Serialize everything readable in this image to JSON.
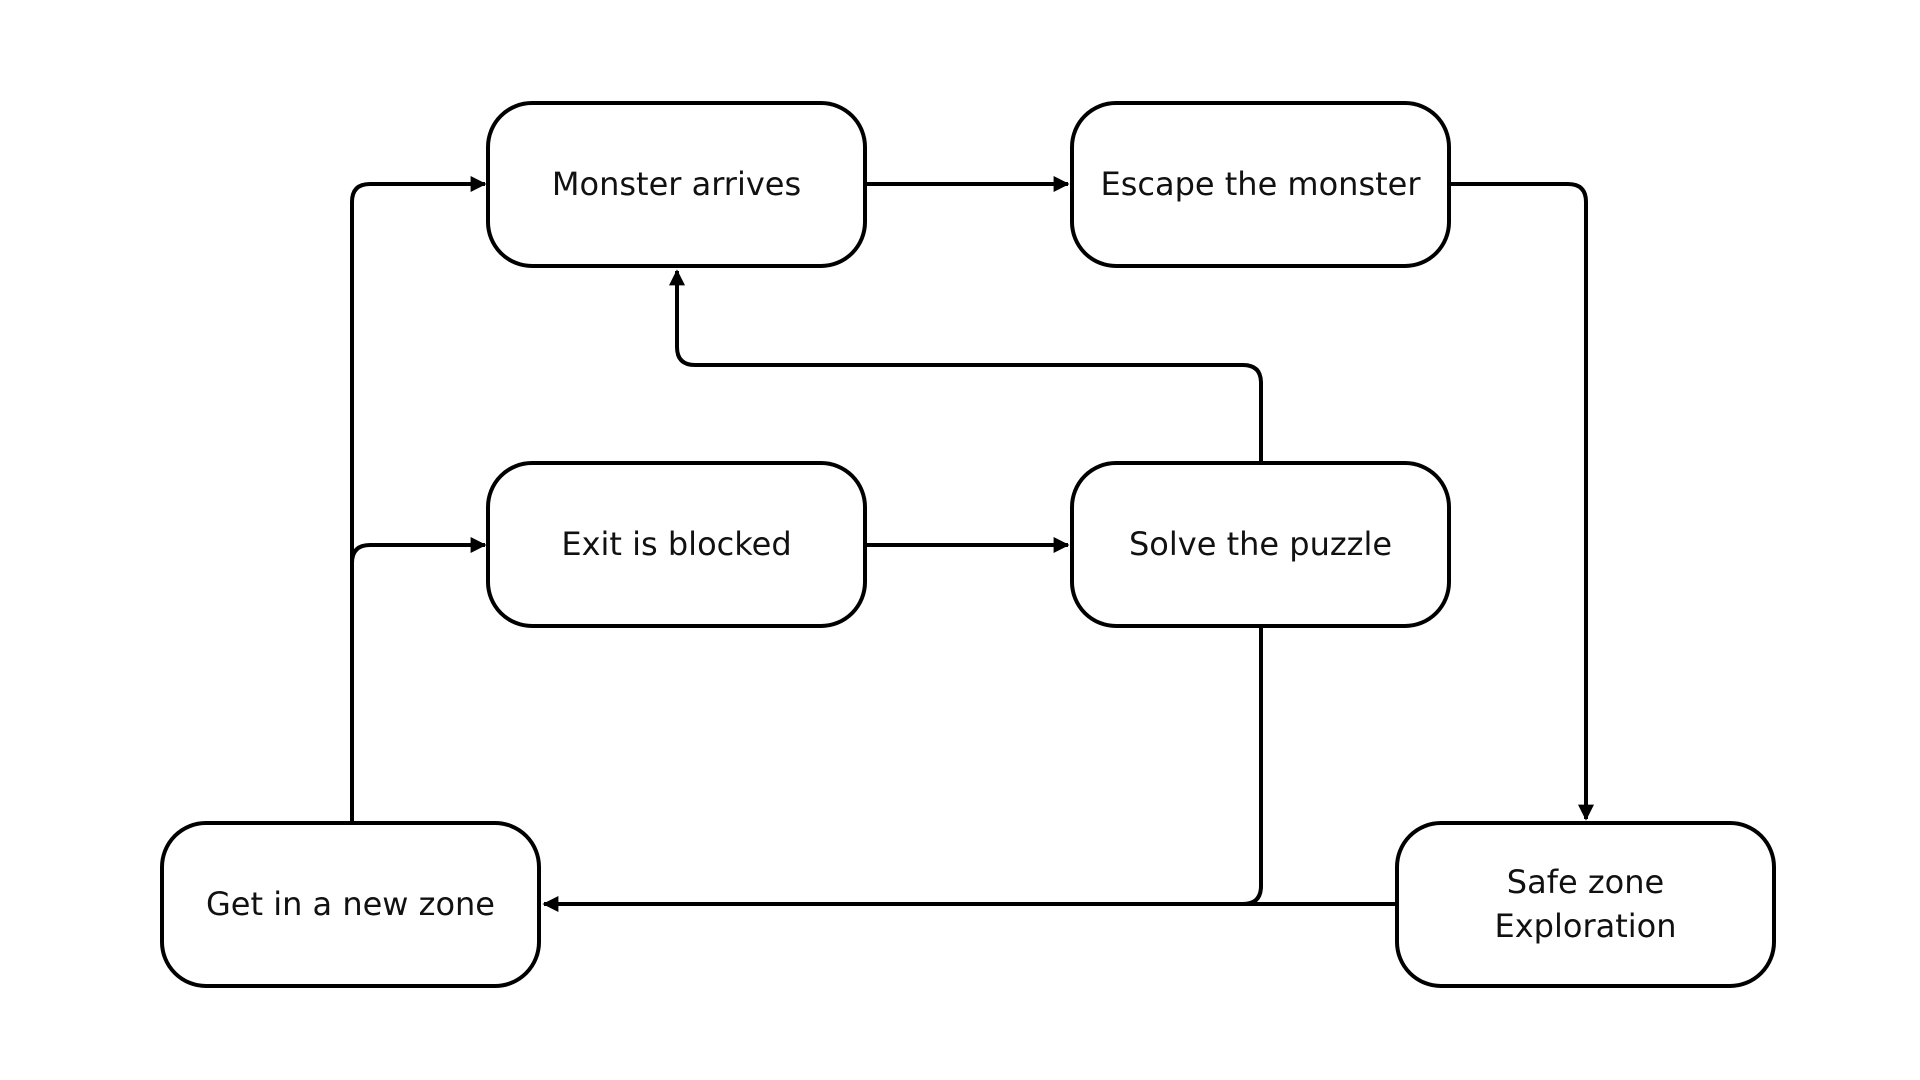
{
  "diagram": {
    "nodes": [
      {
        "id": "monster",
        "lines": [
          "Monster arrives"
        ]
      },
      {
        "id": "escape",
        "lines": [
          "Escape the monster"
        ]
      },
      {
        "id": "exit",
        "lines": [
          "Exit is blocked"
        ]
      },
      {
        "id": "solve",
        "lines": [
          "Solve the puzzle"
        ]
      },
      {
        "id": "newzone",
        "lines": [
          "Get in a new zone"
        ]
      },
      {
        "id": "safe",
        "lines": [
          "Safe zone",
          "Exploration"
        ]
      }
    ],
    "edges": [
      {
        "from": "monster",
        "to": "escape"
      },
      {
        "from": "escape",
        "to": "safe"
      },
      {
        "from": "exit",
        "to": "solve"
      },
      {
        "from": "solve",
        "to": "monster"
      },
      {
        "from": "solve",
        "to": "newzone"
      },
      {
        "from": "safe",
        "to": "newzone"
      },
      {
        "from": "newzone",
        "to": "monster"
      },
      {
        "from": "newzone",
        "to": "exit"
      }
    ],
    "colors": {
      "line": "#000000",
      "box_fill": "#ffffff",
      "text": "#111111",
      "background": "#ffffff"
    }
  }
}
